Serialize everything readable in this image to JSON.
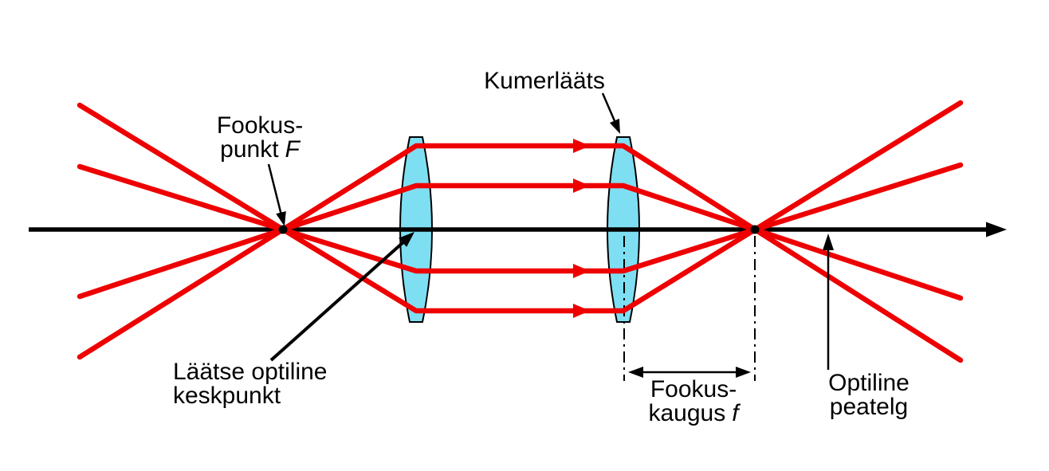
{
  "diagram": {
    "type": "converging-lens-ray-diagram",
    "colors": {
      "ray": "#ee0000",
      "lens_fill": "#7fdff2",
      "outline": "#000000",
      "text": "#000000"
    },
    "labels": {
      "focal_point": {
        "line1": "Fookus-",
        "line2_text": "punkt",
        "line2_symbol": "F"
      },
      "convex_lens": {
        "line1": "Kumerlääts"
      },
      "lens_center": {
        "line1": "Läätse optiline",
        "line2": "keskpunkt"
      },
      "focal_length": {
        "line1": "Fookus-",
        "line2_text": "kaugus",
        "line2_symbol": "f"
      },
      "optical_axis": {
        "line1": "Optiline",
        "line2": "peatelg"
      }
    }
  }
}
